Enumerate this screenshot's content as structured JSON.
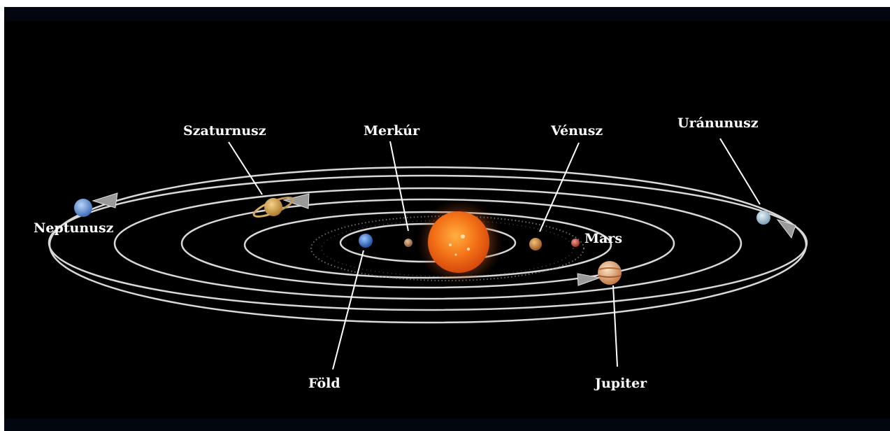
{
  "labels": {
    "neptune": "Neptunusz",
    "saturn": "Szaturnusz",
    "mercury": "Merkúr",
    "venus": "Vénusz",
    "uranus": "Uránunusz",
    "mars": "Mars",
    "earth": "Föld",
    "jupiter": "Jupiter"
  },
  "colors": {
    "background": "#000000",
    "orbit": "#d8d8d8",
    "label": "#ffffff",
    "sun": "#f07a1a"
  }
}
